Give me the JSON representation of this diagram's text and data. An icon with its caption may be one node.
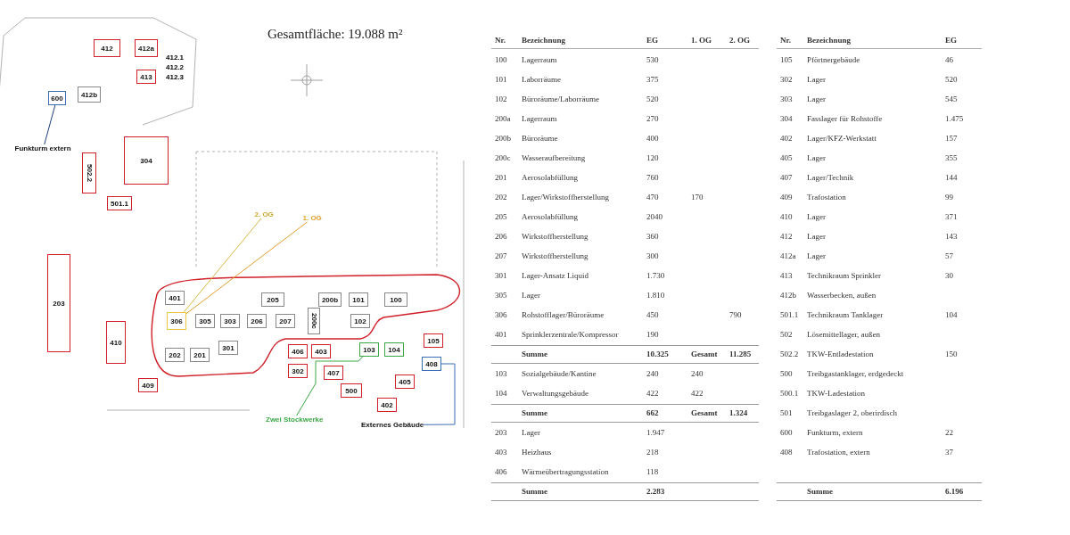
{
  "diagram": {
    "title": "Gesamtfläche: 19.088 m²",
    "nodes": [
      {
        "text": [
          "412"
        ]
      },
      {
        "text": [
          "412a"
        ]
      },
      {
        "text": [
          "413"
        ]
      },
      {
        "text": [
          "412b"
        ]
      },
      {
        "text": [
          "600"
        ]
      },
      {
        "text": [
          "Funkturm extern"
        ]
      },
      {
        "text": [
          "502.2"
        ]
      },
      {
        "text": [
          "304"
        ]
      },
      {
        "text": [
          "501.1"
        ]
      },
      {
        "text": [
          "2. OG"
        ]
      },
      {
        "text": [
          "1. OG"
        ]
      },
      {
        "text": [
          "203"
        ]
      },
      {
        "text": [
          "410"
        ]
      },
      {
        "text": [
          "409"
        ]
      },
      {
        "text": [
          "401"
        ]
      },
      {
        "text": [
          "306"
        ]
      },
      {
        "text": [
          "305"
        ]
      },
      {
        "text": [
          "303"
        ]
      },
      {
        "text": [
          "205"
        ]
      },
      {
        "text": [
          "206"
        ]
      },
      {
        "text": [
          "207"
        ]
      },
      {
        "text": [
          "200b"
        ]
      },
      {
        "text": [
          "200c"
        ]
      },
      {
        "text": [
          "101"
        ]
      },
      {
        "text": [
          "100"
        ]
      },
      {
        "text": [
          "102"
        ]
      },
      {
        "text": [
          "202"
        ]
      },
      {
        "text": [
          "201"
        ]
      },
      {
        "text": [
          "301"
        ]
      },
      {
        "text": [
          "406"
        ]
      },
      {
        "text": [
          "403"
        ]
      },
      {
        "text": [
          "103"
        ]
      },
      {
        "text": [
          "104"
        ]
      },
      {
        "text": [
          "105"
        ]
      },
      {
        "text": [
          "408"
        ]
      },
      {
        "text": [
          "302"
        ]
      },
      {
        "text": [
          "407"
        ]
      },
      {
        "text": [
          "500"
        ]
      },
      {
        "text": [
          "405"
        ]
      },
      {
        "text": [
          "402"
        ]
      },
      {
        "text": [
          "Zwei Stockwerke"
        ]
      },
      {
        "text": [
          "Externes Gebäude"
        ]
      }
    ],
    "edges": [
      {
        "from": 5,
        "to": 4,
        "arrow": "none",
        "color": "#1f3f7a"
      },
      {
        "from": 9,
        "to": 15,
        "arrow": "none",
        "color": "#d9b84a"
      },
      {
        "from": 10,
        "to": 15,
        "arrow": "none",
        "color": "#e0a030"
      },
      {
        "from": 40,
        "to": 31,
        "arrow": "none",
        "color": "#3aa845"
      },
      {
        "from": 41,
        "to": 34,
        "arrow": "none",
        "color": "#3a6db5"
      }
    ],
    "labels": [
      "412.1",
      "412.2",
      "412.3",
      "Nr.",
      "Bezeichnung",
      "EG",
      "1. OG",
      "2. OG",
      "100",
      "Lagerraum",
      "530",
      "101",
      "Laborräume",
      "375",
      "102",
      "Büroräume/Laborräume",
      "520",
      "200a",
      "Lagerraum",
      "270",
      "200b",
      "Büroräume",
      "400",
      "200c",
      "Wasseraufbereitung",
      "120",
      "201",
      "Aerosolabfüllung",
      "760",
      "202",
      "Lager/Wirkstoffherstellung",
      "470",
      "170",
      "205",
      "Aerosolabfüllung",
      "2040",
      "206",
      "Wirkstoffherstellung",
      "360",
      "207",
      "Wirkstoffherstellung",
      "300",
      "301",
      "Lager-Ansatz Liquid",
      "1.730",
      "305",
      "Lager",
      "1.810",
      "306",
      "Rohstofflager/Büroräume",
      "450",
      "790",
      "401",
      "Sprinklerzentrale/Kompressor",
      "190",
      "Summe",
      "10.325",
      "Gesamt",
      "11.285",
      "103",
      "Sozialgebäude/Kantine",
      "240",
      "240",
      "104",
      "Verwaltungsgebäude",
      "422",
      "422",
      "Summe",
      "662",
      "Gesamt",
      "1.324",
      "203",
      "Lager",
      "1.947",
      "403",
      "Heizhaus",
      "218",
      "406",
      "Wärmeübertragungsstation",
      "118",
      "Summe",
      "2.283",
      "Nr.",
      "Bezeichnung",
      "EG",
      "105",
      "Pförtnergebäude",
      "46",
      "302",
      "Lager",
      "520",
      "303",
      "Lager",
      "545",
      "304",
      "Fasslager für Rohstoffe",
      "1.475",
      "402",
      "Lager/KFZ-Werkstatt",
      "157",
      "405",
      "Lager",
      "355",
      "407",
      "Lager/Technik",
      "144",
      "409",
      "Trafostation",
      "99",
      "410",
      "Lager",
      "371",
      "412",
      "Lager",
      "143",
      "412a",
      "Lager",
      "57",
      "413",
      "Technikraum Sprinkler",
      "30",
      "412b",
      "Wasserbecken, außen",
      "501.1",
      "Technikraum Tanklager",
      "104",
      "502",
      "Lösemittellager, außen",
      "502.2",
      "TKW-Entladestation",
      "150",
      "500",
      "Treibgastanklager, erdgedeckt",
      "500.1",
      "TKW-Ladestation",
      "501",
      "Treibgaslager 2, oberirdisch",
      "600",
      "Funkturm, extern",
      "22",
      "408",
      "Trafostation, extern",
      "37",
      "Summe",
      "6.196"
    ]
  }
}
